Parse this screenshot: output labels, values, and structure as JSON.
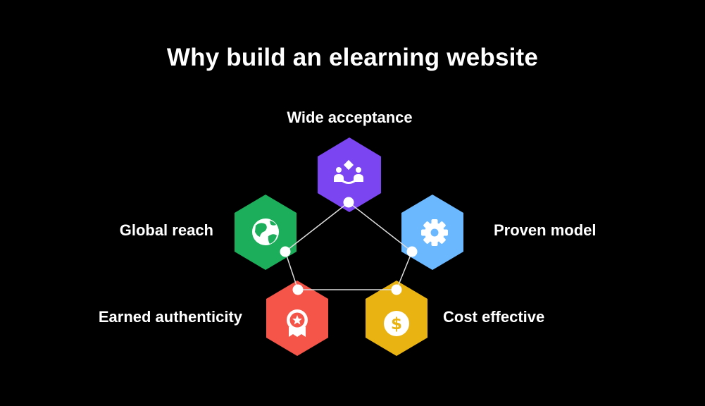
{
  "title": "Why build an elearning website",
  "nodes": [
    {
      "key": "wide",
      "label": "Wide acceptance",
      "color": "#7B45F2",
      "icon": "people-handshake-icon"
    },
    {
      "key": "global",
      "label": "Global reach",
      "color": "#1CAE5B",
      "icon": "globe-icon"
    },
    {
      "key": "proven",
      "label": "Proven model",
      "color": "#6BB8FF",
      "icon": "gear-icon"
    },
    {
      "key": "earned",
      "label": "Earned authenticity",
      "color": "#F55548",
      "icon": "award-badge-icon"
    },
    {
      "key": "cost",
      "label": "Cost effective",
      "color": "#E9B412",
      "icon": "dollar-coin-icon"
    }
  ],
  "colors": {
    "background": "#000000",
    "text": "#FFFFFF",
    "connector": "#DDDDDD"
  }
}
